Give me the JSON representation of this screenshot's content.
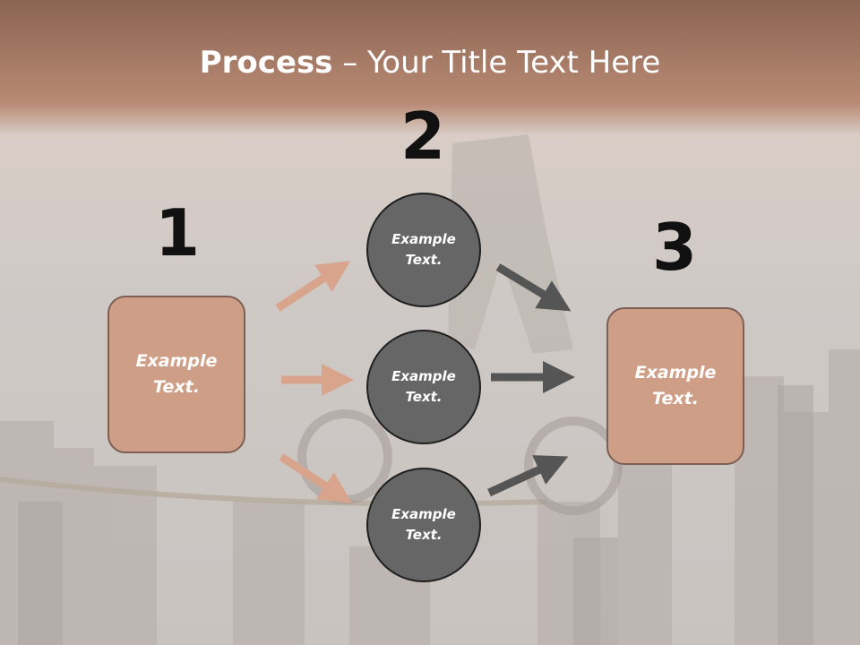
{
  "title": {
    "bold": "Process",
    "rest": " – Your Title Text Here"
  },
  "colors": {
    "box_fill": "#cf9e86",
    "circle_fill": "#666666",
    "arrow_left": "#d8a48c",
    "arrow_right": "#555555",
    "number": "#111111"
  },
  "steps": [
    {
      "number": "1",
      "label": "Example\nText."
    },
    {
      "number": "2"
    },
    {
      "number": "3",
      "label": "Example\nText."
    }
  ],
  "circles": [
    {
      "label": "Example\nText."
    },
    {
      "label": "Example\nText."
    },
    {
      "label": "Example\nText."
    }
  ]
}
